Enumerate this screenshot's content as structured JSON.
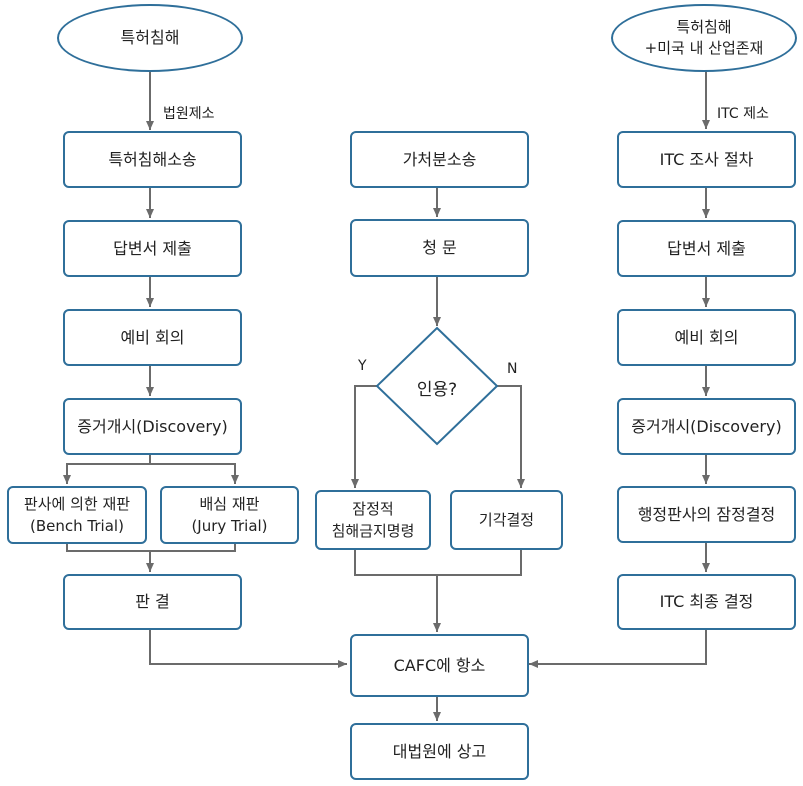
{
  "left": {
    "start": "특허침해",
    "edge_label": "법원제소",
    "steps": [
      "특허침해소송",
      "답변서 제출",
      "예비 회의",
      "증거개시(Discovery)"
    ],
    "branch_a": "판사에 의한 재판\n(Bench Trial)",
    "branch_b": "배심 재판\n(Jury Trial)",
    "verdict": "판 결"
  },
  "middle": {
    "start": "가처분소송",
    "hearing": "청 문",
    "decision": "인용?",
    "yes_label": "Y",
    "no_label": "N",
    "yes_result": "잠정적\n침해금지명령",
    "no_result": "기각결정"
  },
  "right": {
    "start": "특허침해\n+미국 내 산업존재",
    "edge_label": "ITC 제소",
    "steps": [
      "ITC 조사 절차",
      "답변서 제출",
      "예비 회의",
      "증거개시(Discovery)",
      "행정판사의 잠정결정",
      "ITC 최종 결정"
    ]
  },
  "bottom": {
    "appeal": "CAFC에 항소",
    "supreme": "대법원에 상고"
  },
  "colors": {
    "box_border": "#2f6f9a",
    "arrow": "#6b6b6b"
  }
}
